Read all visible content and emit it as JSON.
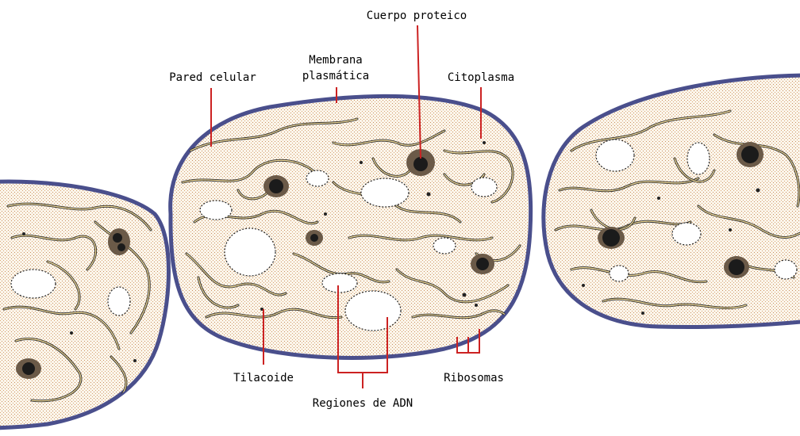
{
  "labels": {
    "cuerpo_proteico": "Cuerpo proteico",
    "membrana_line1": "Membrana",
    "membrana_line2": "plasmática",
    "pared_celular": "Pared celular",
    "citoplasma": "Citoplasma",
    "tilacoide": "Tilacoide",
    "ribosomas": "Ribosomas",
    "regiones_adn": "Regiones de ADN"
  },
  "colors": {
    "cell_wall": "#4a4f8c",
    "cytoplasm_dots": "#d9a676",
    "leader_line": "#cc2222",
    "thylakoid_fill": "#f2dc9a"
  }
}
